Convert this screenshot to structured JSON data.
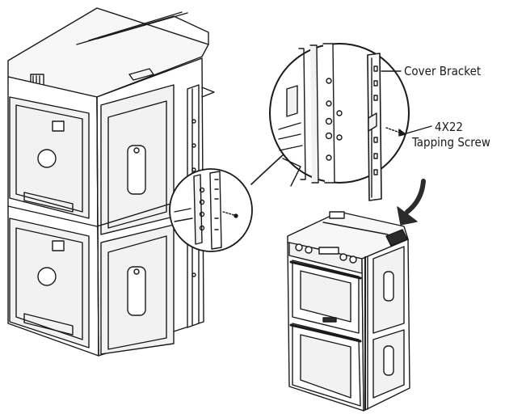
{
  "labels": {
    "cover_bracket": "Cover Bracket",
    "screw_size": "4X22",
    "screw_type": "Tapping Screw"
  },
  "colors": {
    "line": "#1a1a1a",
    "panel": "#f2f2f2",
    "arrow": "#2b2b2b"
  }
}
